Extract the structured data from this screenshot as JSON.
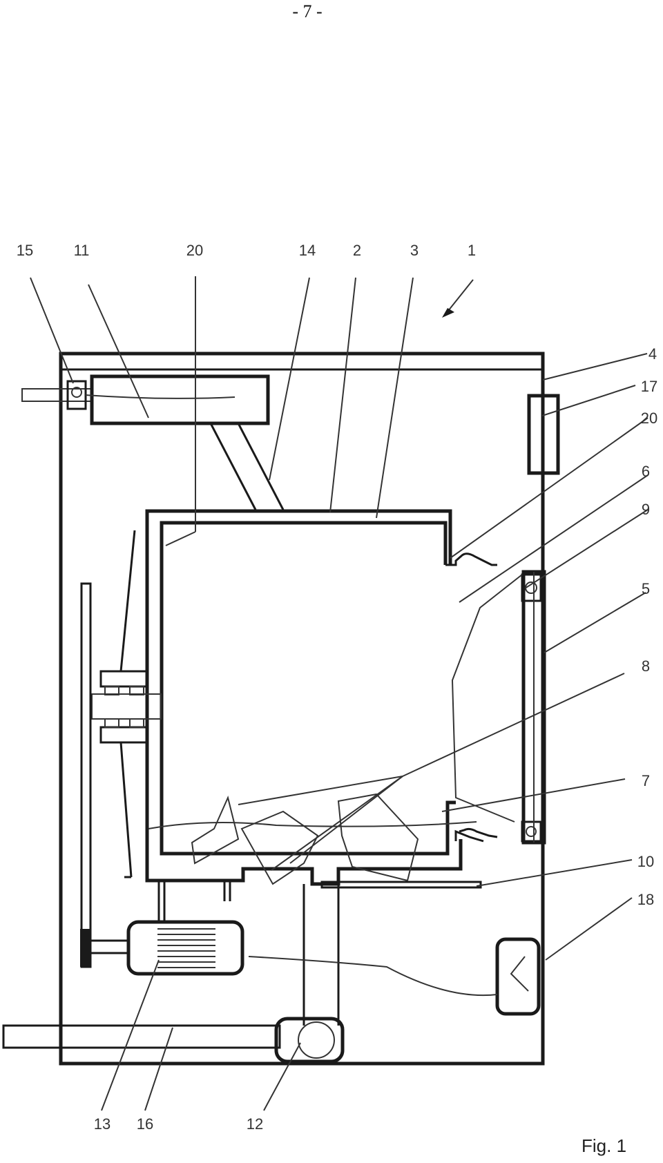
{
  "page_number": "- 7 -",
  "figure_caption": "Fig. 1",
  "reference_labels": {
    "l15": "15",
    "l11": "11",
    "l20_top": "20",
    "l14": "14",
    "l2": "2",
    "l3": "3",
    "l1": "1",
    "l4": "4",
    "l17": "17",
    "l20_right": "20",
    "l6": "6",
    "l9": "9",
    "l5": "5",
    "l8": "8",
    "l7": "7",
    "l10": "10",
    "l18": "18",
    "l13": "13",
    "l16": "16",
    "l12": "12"
  }
}
